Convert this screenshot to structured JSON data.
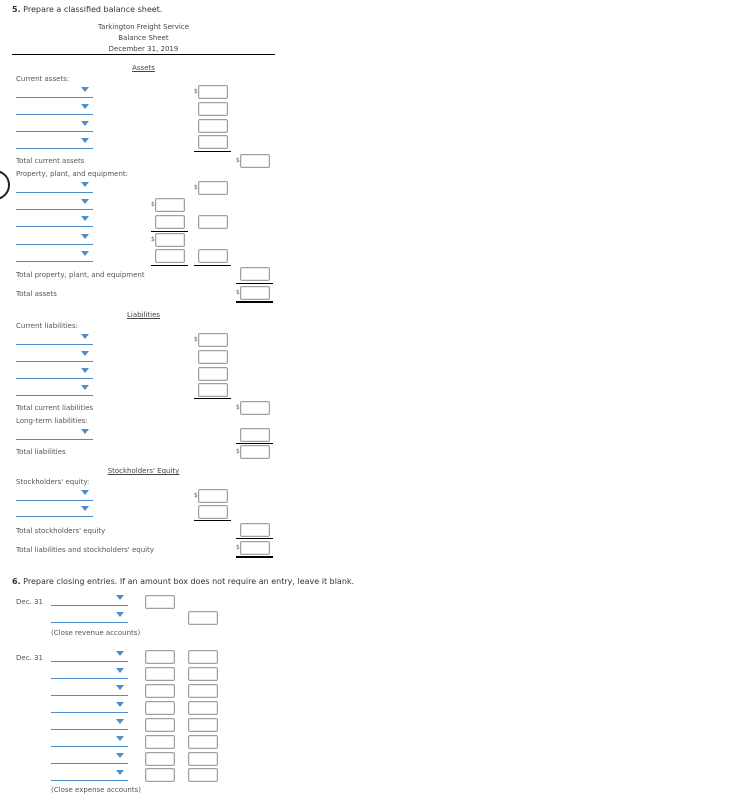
{
  "q5": {
    "number": "5.",
    "prompt": "Prepare a classified balance sheet.",
    "company": "Tarkington Freight Service",
    "statement": "Balance Sheet",
    "date": "December 31, 2019",
    "sections": {
      "assets": "Assets",
      "liabilities": "Liabilities",
      "equity": "Stockholders' Equity"
    },
    "labels": {
      "current_assets": "Current assets:",
      "total_current_assets": "Total current assets",
      "ppe": "Property, plant, and equipment:",
      "total_ppe": "Total property, plant, and equipment",
      "total_assets": "Total assets",
      "current_liabilities": "Current liabilities:",
      "total_current_liabilities": "Total current liabilities",
      "long_term_liabilities": "Long-term liabilities:",
      "total_liabilities": "Total liabilities",
      "stockholders_equity": "Stockholders' equity:",
      "total_stockholders_equity": "Total stockholders' equity",
      "total_liabilities_equity": "Total liabilities and stockholders' equity"
    },
    "dollar_sign": "$",
    "dropdowns": {
      "current_assets": [
        "",
        "",
        "",
        ""
      ],
      "ppe": [
        "",
        "",
        "",
        "",
        ""
      ],
      "current_liabilities": [
        "",
        "",
        "",
        ""
      ],
      "long_term_liabilities": [
        ""
      ],
      "stockholders_equity": [
        "",
        ""
      ]
    }
  },
  "q6": {
    "number": "6.",
    "prompt": "Prepare closing entries. If an amount box does not require an entry, leave it blank.",
    "entries": [
      {
        "date": "Dec. 31",
        "accounts": [
          "",
          ""
        ],
        "note": "(Close revenue accounts)"
      },
      {
        "date": "Dec. 31",
        "accounts": [
          "",
          "",
          "",
          "",
          "",
          "",
          "",
          ""
        ],
        "note": "(Close expense accounts)"
      }
    ]
  },
  "colors": {
    "dropdown_accent": "#4f8ec9",
    "box_border": "#a0a0a0",
    "text": "#333333"
  }
}
